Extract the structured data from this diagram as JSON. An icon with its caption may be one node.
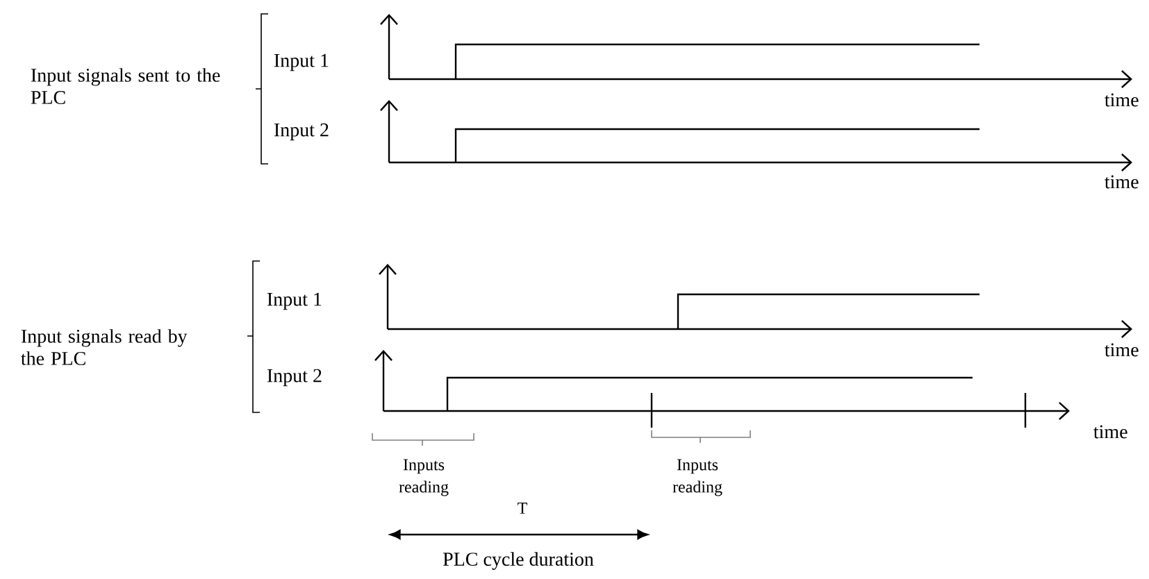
{
  "diagram": {
    "labels": [
      "Input signals sent to the PLC",
      "Input 1",
      "time",
      "Input 2",
      "time",
      "Input signals read by the PLC",
      "Input 1",
      "time",
      "Input 2",
      "time",
      "Inputs reading",
      "Inputs reading",
      "T",
      "PLC cycle duration"
    ]
  }
}
